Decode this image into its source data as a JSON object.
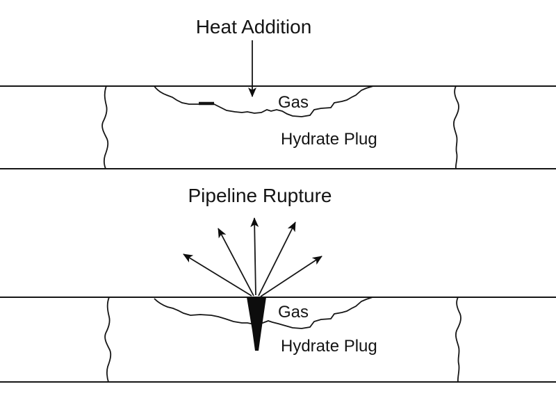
{
  "figure": {
    "background_color": "#ffffff",
    "ink_color": "#151515",
    "top_panel": {
      "title": "Heat Addition",
      "gas_label": "Gas",
      "plug_label": "Hydrate Plug"
    },
    "bottom_panel": {
      "title": "Pipeline Rupture",
      "gas_label": "Gas",
      "plug_label": "Hydrate Plug"
    }
  }
}
